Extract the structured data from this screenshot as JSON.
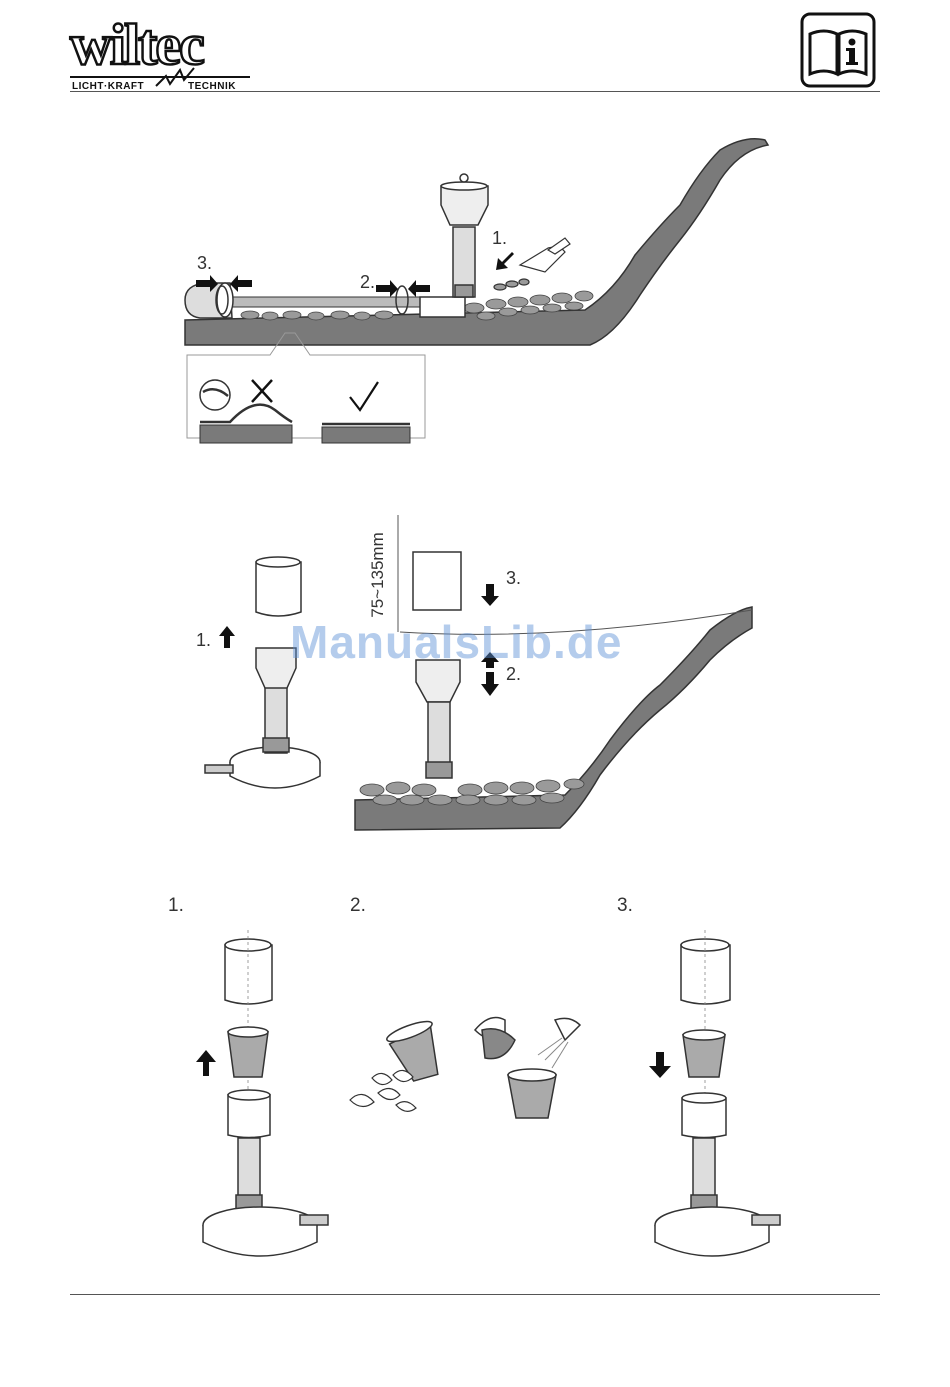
{
  "header": {
    "brand": "wiltec",
    "tagline_left": "LICHT·KRAFT",
    "tagline_right": "TECHNIK",
    "info_icon": "manual-info-icon"
  },
  "figure1": {
    "step1": "1.",
    "step2": "2.",
    "step3": "3."
  },
  "figure2": {
    "step1": "1.",
    "step2": "2.",
    "step3": "3.",
    "depth": "75~135mm"
  },
  "figure3": {
    "step1": "1.",
    "step2": "2.",
    "step3": "3."
  },
  "watermark": "ManualsLib.de",
  "colors": {
    "ground": "#7a7a7a",
    "stone": "#9a9a9a",
    "line": "#333333",
    "watermark": "#5b8fd6"
  }
}
